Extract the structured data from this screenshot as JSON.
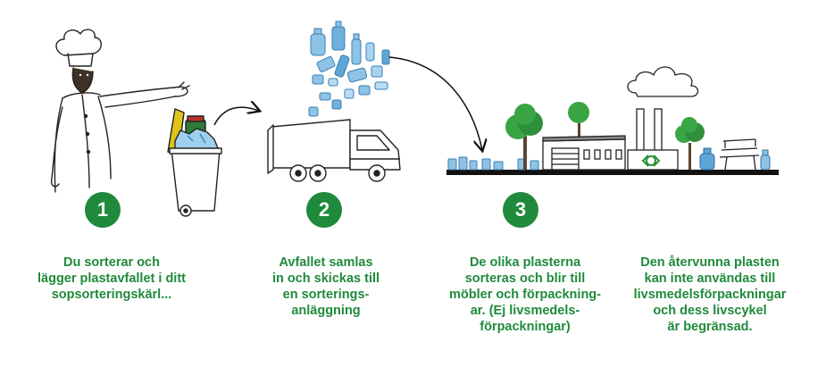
{
  "steps": [
    {
      "number": "1",
      "lines": [
        "Du sorterar och",
        "lägger plastavfallet i ditt",
        "sopsorteringskärl..."
      ]
    },
    {
      "number": "2",
      "lines": [
        "Avfallet samlas",
        "in och skickas till",
        "en sorterings-",
        "anläggning"
      ]
    },
    {
      "number": "3",
      "lines": [
        "De olika plasterna",
        "sorteras och blir till",
        "möbler och förpackning-",
        "ar. (Ej livsmedels-",
        "förpackningar)"
      ]
    },
    {
      "number": "",
      "lines": [
        "Den återvunna plasten",
        "kan inte användas till",
        "livsmedelsförpackningar",
        "och dess livscykel",
        "är begränsad."
      ]
    }
  ],
  "colors": {
    "accent": "#1f8a3b",
    "bin_lid": "#e2c318",
    "bottle_blue": "#8ec3e6",
    "tree_green": "#3aa544"
  },
  "icons": [
    "chef-illustration",
    "waste-bin-icon",
    "garbage-truck-icon",
    "plastic-bottles-cluster",
    "recycling-factory-icon",
    "tree-icon",
    "park-bench-icon",
    "cloud-icon",
    "arrow-icon"
  ]
}
